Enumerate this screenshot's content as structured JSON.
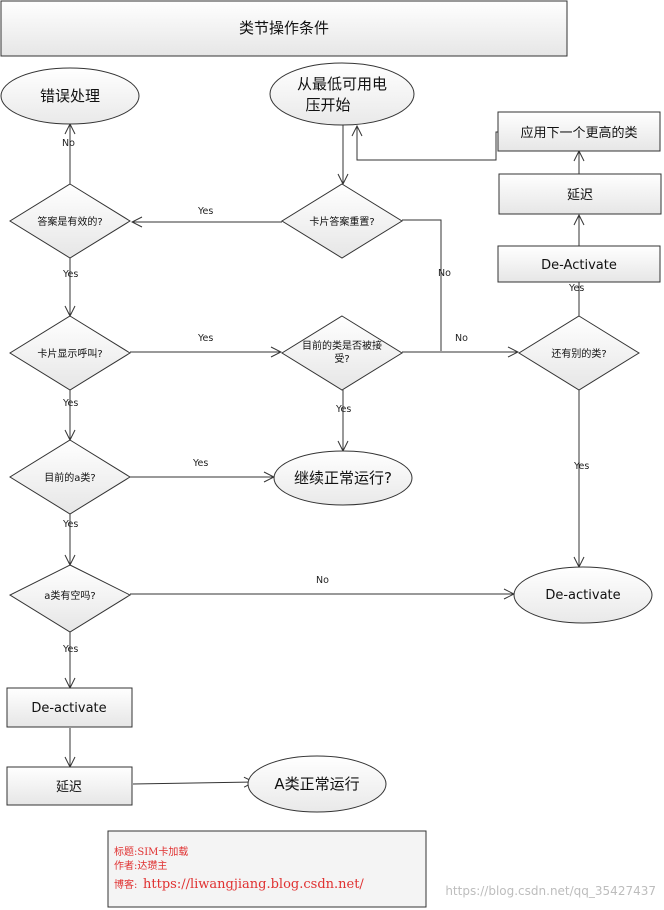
{
  "title": "类节操作条件",
  "nodes": {
    "error": "错误处理",
    "start_line1": "从最低可用电",
    "start_line2": "压开始",
    "apply_next": "应用下一个更高的类",
    "delay_right": "延迟",
    "deactivate_right_top": "De-Activate",
    "answer_valid": "答案是有效的?",
    "card_reset": "卡片答案重置?",
    "card_show": "卡片显示呼叫?",
    "cur_class_accept_line1": "目前的类是否被接",
    "cur_class_accept_line2": "受?",
    "other_class": "还有别的类?",
    "cur_a_class": "目前的a类?",
    "continue_normal": "继续正常运行?",
    "a_class_space": "a类有空吗?",
    "deactivate_right": "De-activate",
    "deactivate_left": "De-activate",
    "delay_left": "延迟",
    "a_normal": "A类正常运行"
  },
  "edge_labels": {
    "no_error": "No",
    "yes_reset_to_valid": "Yes",
    "no_reset_down": "No",
    "yes_valid_down": "Yes",
    "yes_show_to_accept": "Yes",
    "no_accept_to_other": "No",
    "yes_show_down": "Yes",
    "yes_accept_down": "Yes",
    "yes_other_up": "Yes",
    "yes_other_down": "Yes",
    "yes_a_to_continue": "Yes",
    "yes_a_down": "Yes",
    "no_space_right": "No",
    "yes_space_down": "Yes"
  },
  "caption": {
    "line1": "标题:SIM卡加载",
    "line2": "作者:达瓒主",
    "line3_label": "博客:",
    "line3_url": "https://liwangjiang.blog.csdn.net/"
  },
  "watermark": "https://blog.csdn.net/qq_35427437"
}
